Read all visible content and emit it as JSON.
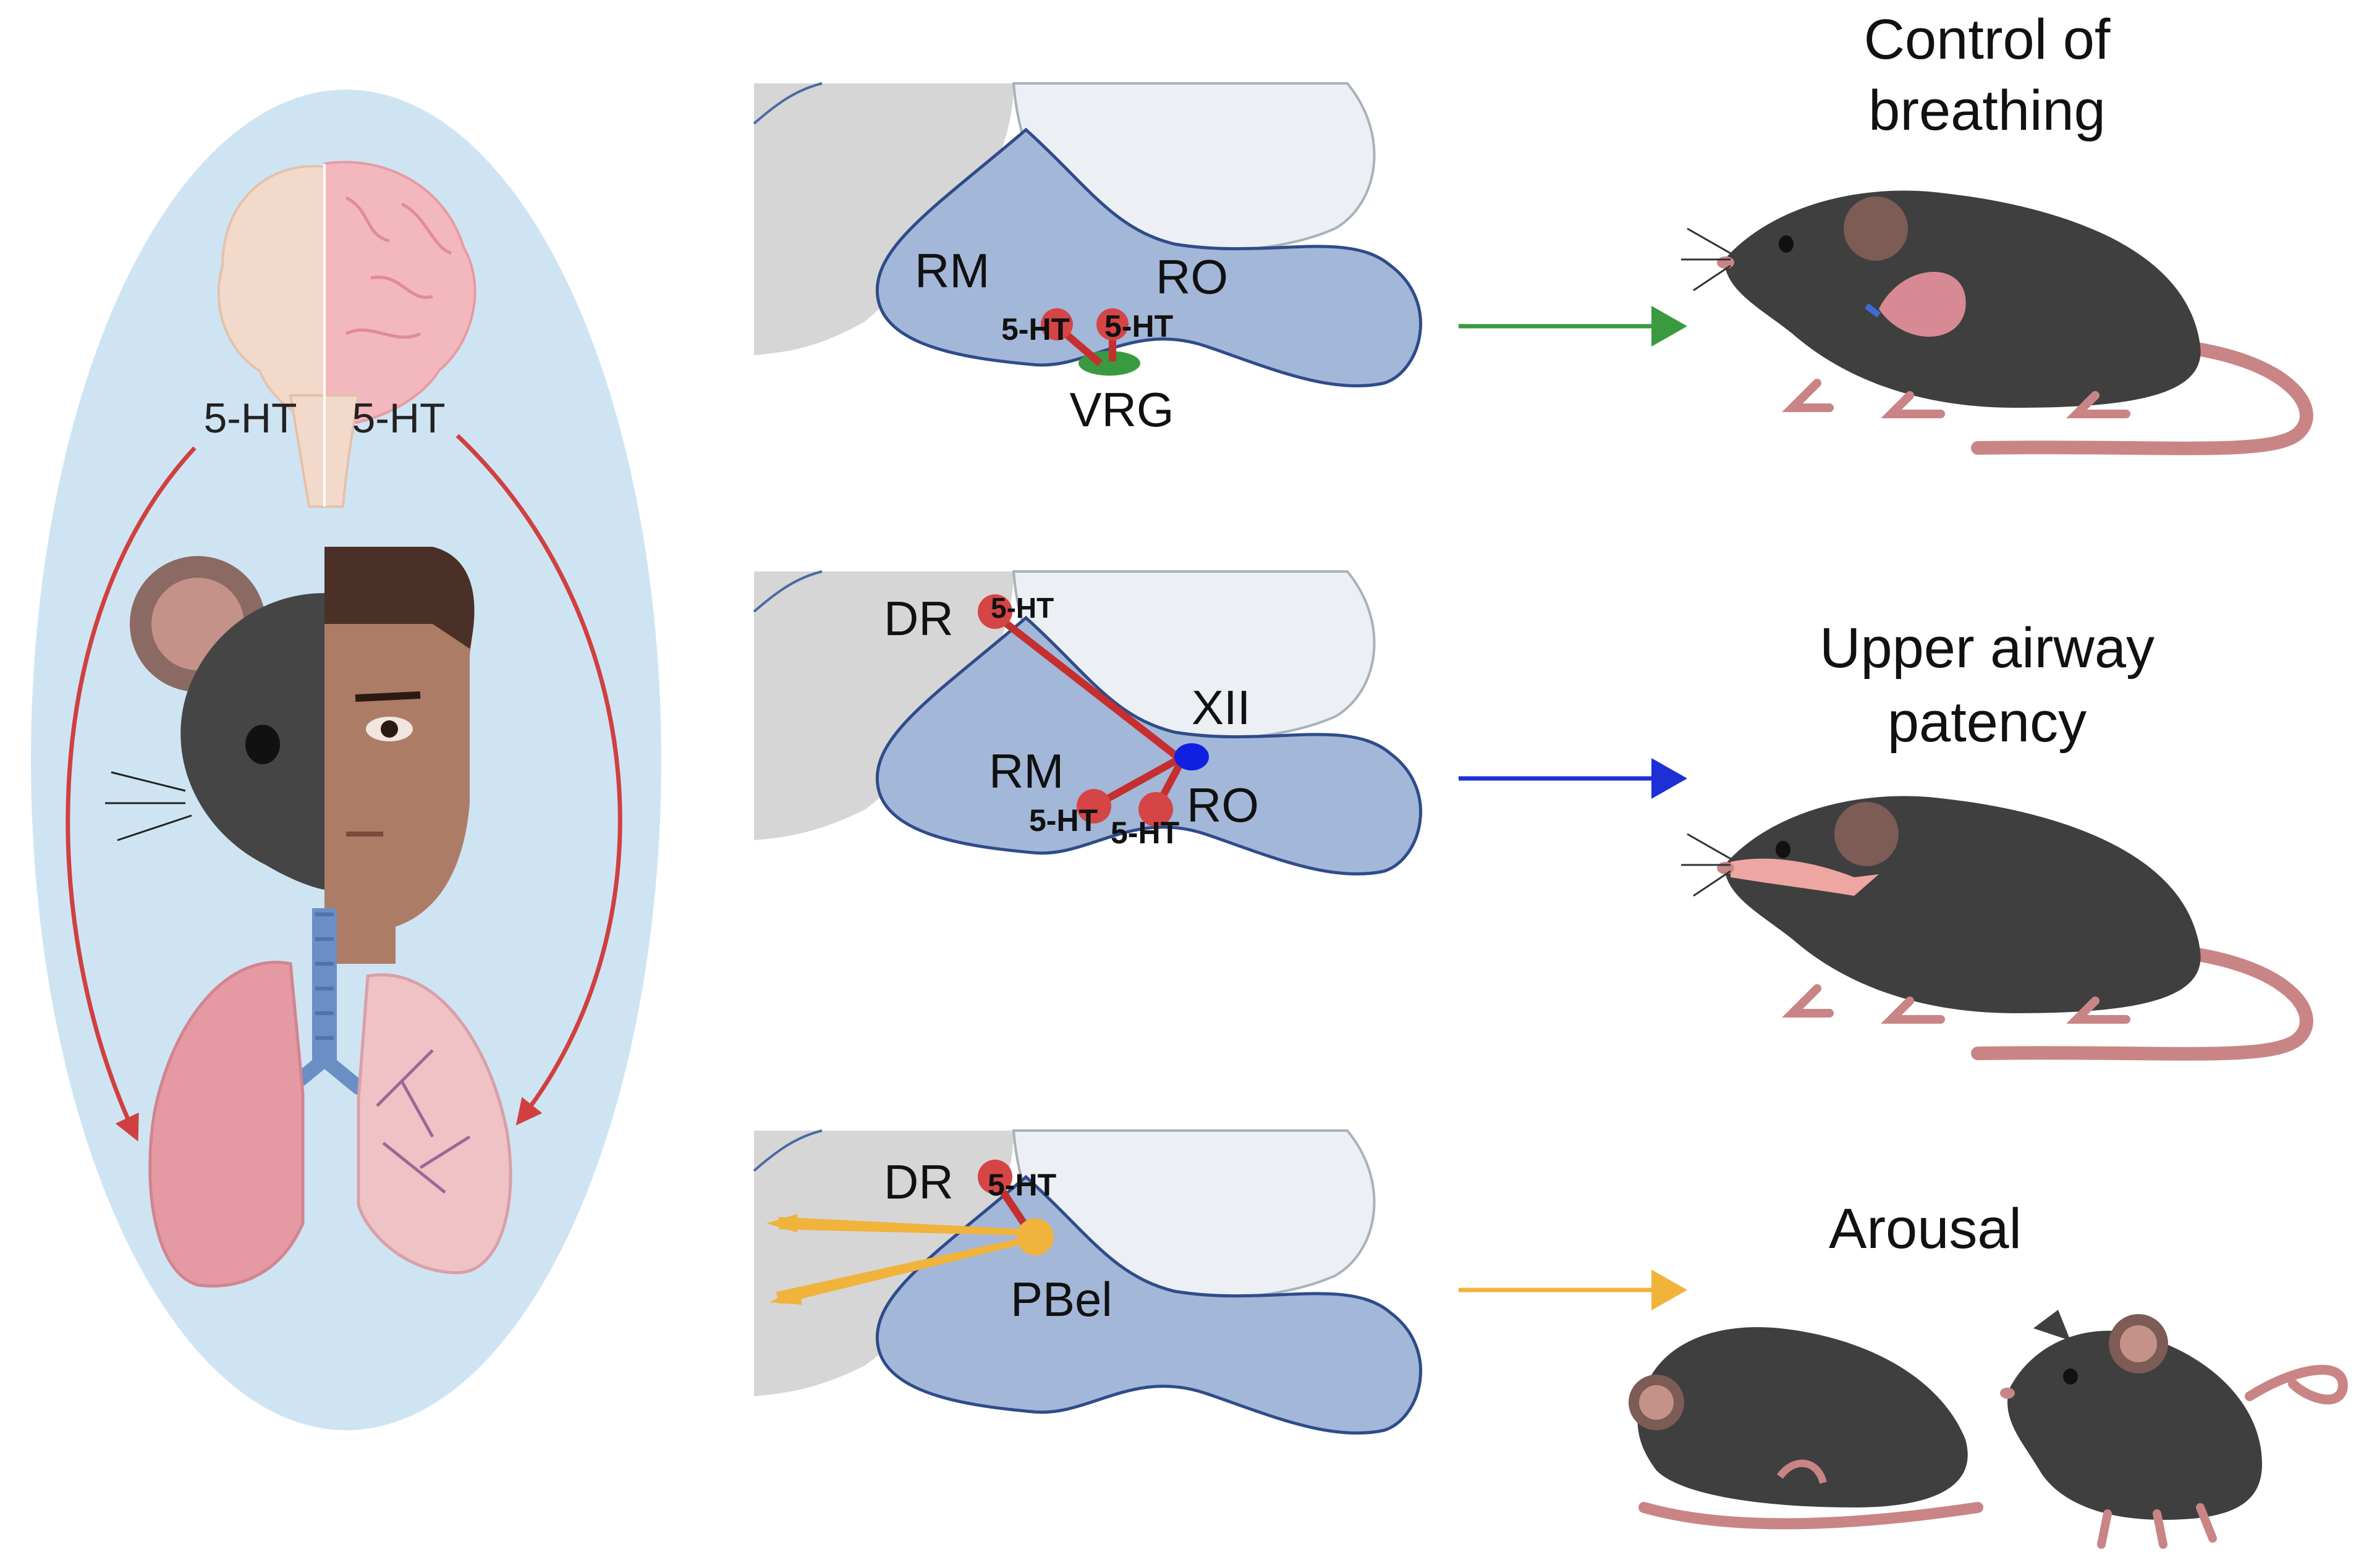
{
  "left_panel": {
    "label_left": "5-HT",
    "label_right": "5-HT",
    "icons": [
      "brain-icon",
      "mouse-head-icon",
      "human-head-icon",
      "lungs-icon"
    ]
  },
  "rows": [
    {
      "nuclei": {
        "rm": "RM",
        "ro": "RO",
        "vrg": "VRG"
      },
      "ht_labels": [
        "5-HT",
        "5-HT"
      ],
      "outcome": [
        "Control of",
        "breathing"
      ],
      "arrow_color": "#3a9a3f"
    },
    {
      "nuclei": {
        "dr": "DR",
        "xii": "XII",
        "rm": "RM",
        "ro": "RO"
      },
      "ht_labels": [
        "5-HT",
        "5-HT",
        "5-HT"
      ],
      "outcome": [
        "Upper airway",
        "patency"
      ],
      "arrow_color": "#1f2fd6"
    },
    {
      "nuclei": {
        "dr": "DR",
        "pbel": "PBel"
      },
      "ht_labels": [
        "5-HT"
      ],
      "outcome": [
        "Arousal"
      ],
      "arrow_color": "#f0b33c"
    }
  ],
  "colors": {
    "oval": "#cfe4f3",
    "brainstem": "#a3b7d8",
    "cerebellum": "#eceff3",
    "gray_tissue": "#d6d6d6",
    "serotonin_neuron": "#d64545",
    "projection": "#c52f2f",
    "mouse_body": "#3f3f3f",
    "mouse_pink": "#c98585"
  }
}
